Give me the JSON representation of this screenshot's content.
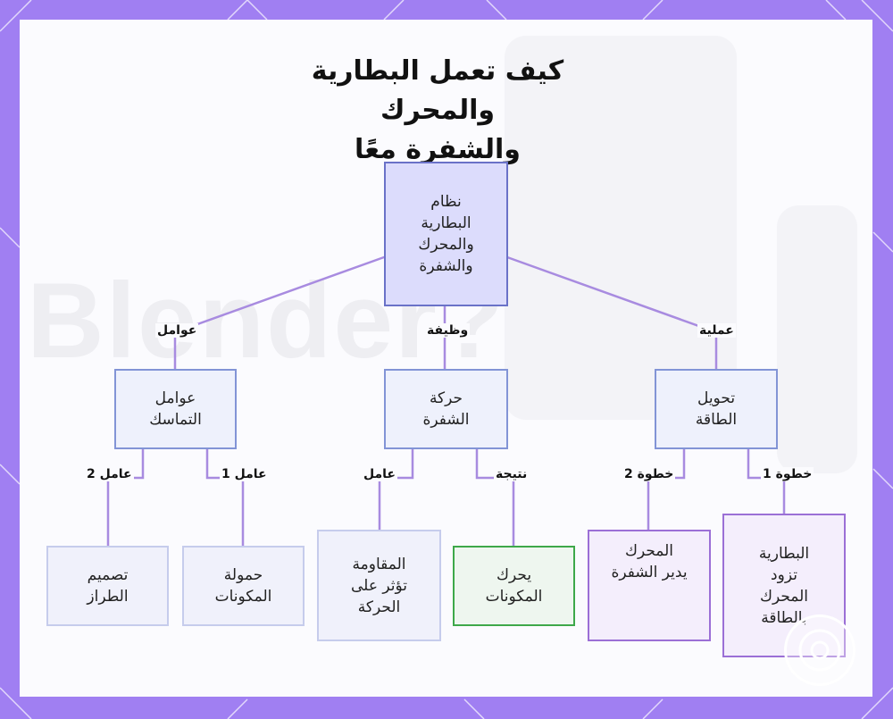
{
  "title": {
    "line1": "كيف تعمل البطارية والمحرك",
    "line2": "والشفرة معًا"
  },
  "watermark": {
    "text": "Blender?"
  },
  "nodes": {
    "root": [
      "نظام",
      "البطارية",
      "والمحرك",
      "والشفرة"
    ],
    "cohesion": [
      "عوامل",
      "التماسك"
    ],
    "blade_motion": [
      "حركة",
      "الشفرة"
    ],
    "energy_conversion": [
      "تحويل",
      "الطاقة"
    ],
    "style_design": [
      "تصميم",
      "الطراز"
    ],
    "component_load": [
      "حمولة",
      "المكونات"
    ],
    "resistance": [
      "المقاومة",
      "تؤثر على",
      "الحركة"
    ],
    "moves_components": [
      "يحرك",
      "المكونات"
    ],
    "motor_spins_blade": [
      "المحرك",
      "يدير الشفرة"
    ],
    "battery_powers_motor": [
      "البطارية",
      "تزود",
      "المحرك",
      "بالطاقة"
    ]
  },
  "edge_labels": {
    "factors": "عوامل",
    "function": "وظيفة",
    "process": "عملية",
    "factor2": "عامل 2",
    "factor1": "عامل 1",
    "factor": "عامل",
    "result": "نتيجة",
    "step2": "خطوة 2",
    "step1": "خطوة 1"
  },
  "colors": {
    "frame": "#a07ff2",
    "edge": "#a88be0",
    "root_fill": "#dcdcfc",
    "root_border": "#6a72c8",
    "mid_border": "#8294d6",
    "green_border": "#3ea84a",
    "purple_border": "#9b6fd6"
  }
}
